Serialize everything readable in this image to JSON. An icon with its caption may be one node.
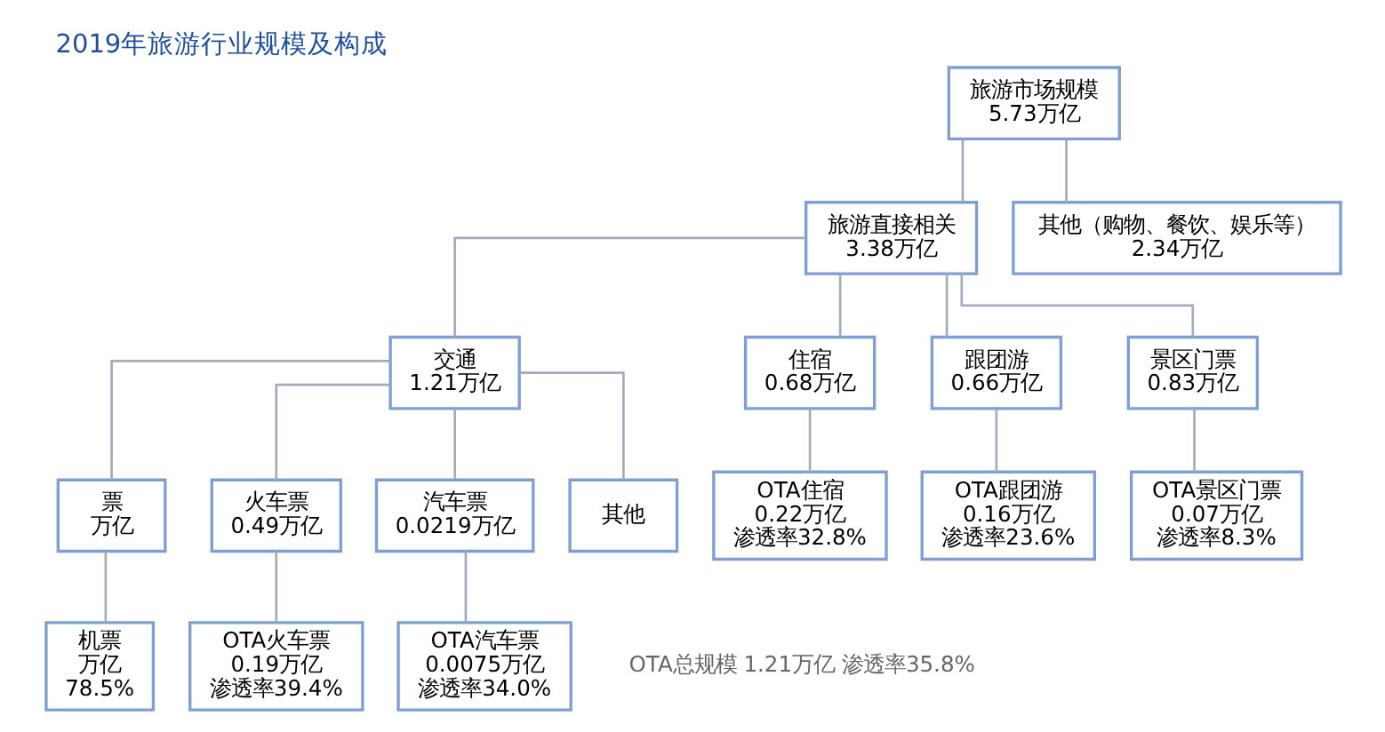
{
  "diagram": {
    "title": "2019年旅游行业规模及构成",
    "nodes": [
      {
        "text": [
          "旅游市场规模",
          "5.73万亿"
        ]
      },
      {
        "text": [
          "旅游直接相关",
          "3.38万亿"
        ]
      },
      {
        "text": [
          "其他（购物、餐饮、娱乐等）",
          "2.34万亿"
        ]
      },
      {
        "text": [
          "交通",
          "1.21万亿"
        ]
      },
      {
        "text": [
          "住宿",
          "0.68万亿"
        ]
      },
      {
        "text": [
          "跟团游",
          "0.66万亿"
        ]
      },
      {
        "text": [
          "景区门票",
          "0.83万亿"
        ]
      },
      {
        "text": [
          "票",
          "万亿"
        ]
      },
      {
        "text": [
          "火车票",
          "0.49万亿"
        ]
      },
      {
        "text": [
          "汽车票",
          "0.0219万亿"
        ]
      },
      {
        "text": [
          "其他"
        ]
      },
      {
        "text": [
          "机票",
          "万亿",
          "78.5%"
        ]
      },
      {
        "text": [
          "OTA火车票",
          "0.19万亿",
          "渗透率39.4%"
        ]
      },
      {
        "text": [
          "OTA汽车票",
          "0.0075万亿",
          "渗透率34.0%"
        ]
      },
      {
        "text": [
          "OTA住宿",
          "0.22万亿",
          "渗透率32.8%"
        ]
      },
      {
        "text": [
          "OTA跟团游",
          "0.16万亿",
          "渗透率23.6%"
        ]
      },
      {
        "text": [
          "OTA景区门票",
          "0.07万亿",
          "渗透率8.3%"
        ]
      }
    ],
    "edges": [
      {
        "from": 0,
        "to": 1,
        "arrow": "none"
      },
      {
        "from": 0,
        "to": 2,
        "arrow": "none"
      },
      {
        "from": 1,
        "to": 3,
        "arrow": "none"
      },
      {
        "from": 1,
        "to": 4,
        "arrow": "none"
      },
      {
        "from": 1,
        "to": 5,
        "arrow": "none"
      },
      {
        "from": 1,
        "to": 6,
        "arrow": "none"
      },
      {
        "from": 3,
        "to": 7,
        "arrow": "none"
      },
      {
        "from": 3,
        "to": 8,
        "arrow": "none"
      },
      {
        "from": 3,
        "to": 9,
        "arrow": "none"
      },
      {
        "from": 3,
        "to": 10,
        "arrow": "none"
      },
      {
        "from": 7,
        "to": 11,
        "arrow": "none"
      },
      {
        "from": 8,
        "to": 12,
        "arrow": "none"
      },
      {
        "from": 9,
        "to": 13,
        "arrow": "none"
      },
      {
        "from": 4,
        "to": 14,
        "arrow": "none"
      },
      {
        "from": 5,
        "to": 15,
        "arrow": "none"
      },
      {
        "from": 6,
        "to": 16,
        "arrow": "none"
      }
    ],
    "labels": [
      "OTA总规模 1.21万亿 渗透率35.8%"
    ]
  }
}
